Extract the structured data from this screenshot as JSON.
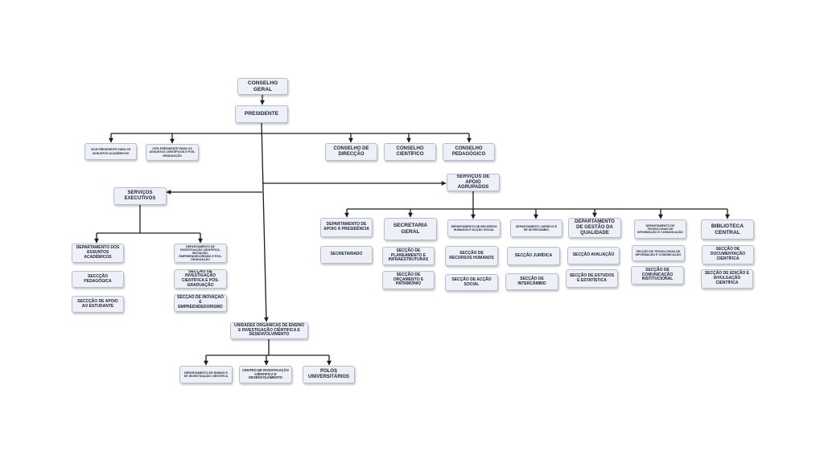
{
  "diagram": {
    "nodes": {
      "conselho_geral": "CONSELHO GERAL",
      "presidente": "PRESIDENTE",
      "vp_academicos": "VICE-PRESIDENTE PARA OS ASSUNTOS ACADÉMICOS",
      "vp_cientificos": "VICE-PRESIDENTE PARA OS ASSUNTOS CIENTÍFICOS E PÓS-GRADUAÇÃO",
      "conselho_direccao": "CONSELHO DE DIRECÇÃO",
      "conselho_cientifico": "CONSELHO CIENTÍFICO",
      "conselho_pedagogico": "CONSELHO PEDAGÓGICO",
      "servicos_executivos": "SERVIÇOS EXECUTIVOS",
      "servicos_apoio": "SERVIÇOS DE APOIO AGRUPADOS",
      "dep_assuntos_academicos": "DEPARTAMENTO DOS ASSUNTOS ACADÉMICOS",
      "seccao_pedagogica": "SECCÇÃO PEDAGÓGICA",
      "seccao_apoio_estudante": "SECCÇÃO DE APOIO AO ESTUDANTE",
      "dep_investigacao": "DEPARTAMENTO DE INVESTIGAÇÃO CIENTÍFICA, INOVAÇÃO, EMPREENDEDORISMO E PÓS-GRADUAÇÃO",
      "seccao_investigacao": "SECÇÃO DE INVESTIGAÇÃO CIENTÍFICA E PÓS-GRADUAÇÃO",
      "seccao_inovacao": "SECÇÃO DE INOVAÇÃO E EMPREENDEDORISMO",
      "dep_apoio_presidencia": "DEPARTAMENTO DE APOIO À PRESIDÊNCIA",
      "secretariado": "SECRETARIADO",
      "secretaria_geral": "SECRETARIA GERAL",
      "seccao_planeamento": "SECÇÃO DE PLANEAMENTO E INFRAESTRUTURAS",
      "seccao_orcamento": "SECÇÃO DE ORÇAMENTO E PATRIMÓNIO",
      "dep_recursos_humanos": "DEPARTAMENTO DE RECURSOS HUMANOS E ACÇÃO SOCIAL",
      "seccao_recursos_humanos": "SECÇÃO DE RECURSOS HUMANOS",
      "seccao_accao_social": "SECÇÃO DE ACÇÃO SOCIAL",
      "dep_juridico": "DEPARTAMENTO JURÍDICO E DE INTERCÂMBIO",
      "seccao_juridica": "SECÇÃO JURÍDICA",
      "seccao_intercambio": "SECÇÃO DE INTERCÂMBIO",
      "dep_qualidade": "DEPARTAMENTO DE GESTÃO DA QUALIDADE",
      "seccao_avaliacao": "SECÇÃO AVALIAÇÃO",
      "seccao_estudos": "SECÇÃO DE ESTUDOS E ESTATÍSTICA",
      "dep_tecnologias": "DEPARTAMENTO DE TECNOLOGIAS DE INFORMAÇÃO E COMUNICAÇÃO",
      "seccao_tecnologias": "SECÇÃO DE TECNOLOGIAS DE INFORMAÇÃO E COMUNICAÇÃO",
      "seccao_comunicacao": "SECÇÃO DE COMUNICAÇÃO INSTITUCIONAL",
      "biblioteca_central": "BIBLIOTECA CENTRAL",
      "seccao_documentacao": "SECÇÃO DE DOCUMENTAÇÃO CIENTÍFICA",
      "seccao_edicao": "SECÇÃO DE EDIÇÃO E DIVULGAÇÃO CIENTÍFICA",
      "unidades_organicas": "UNIDADES ORGÂNICAS DE ENSINO E INVESTIGAÇÃO CIÊNTIFICA E DESENVOLVIMENTO",
      "dep_ensino": "DEPARTAMENTO DE ENSINO E DE INVESTIGAÇÃO CIÊNTIFICA",
      "centro_investigacao": "CENTRO DE INVESTIGAÇÃO CIÊNTIFICA E DESENVOLVIMENTO",
      "polos_universitarios": "POLOS UNIVERSITÁRIOS"
    }
  }
}
